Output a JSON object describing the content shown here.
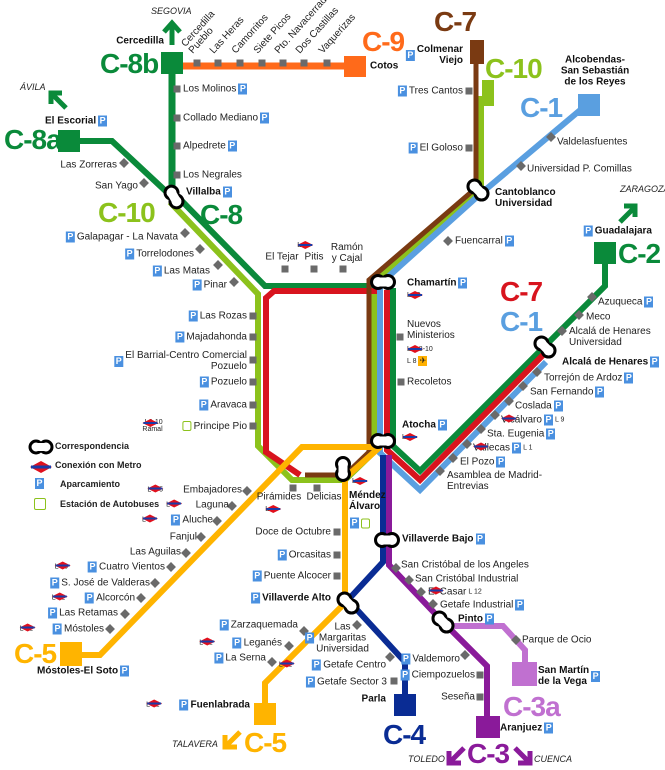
{
  "parking_symbol": "P",
  "legend": {
    "interchange": "Correspondencia",
    "metro": "Conexión con Metro",
    "parking": "Aparcamiento",
    "bus": "Estación de Autobuses"
  },
  "colors": {
    "C-1": "#5a9fe0",
    "C-2": "#0a8a3a",
    "C-3": "#8a1a9a",
    "C-3a": "#c070d0",
    "C-4": "#0a2c94",
    "C-5": "#ffb400",
    "C-7": "#d8141e",
    "C-7-north": "#7a3a12",
    "C-8": "#0a8a3a",
    "C-9": "#ff6a1a",
    "C-10": "#8cc21c",
    "metro_red": "#e0101e",
    "metro_blue": "#1a3ca8",
    "parking": "#4a90e0",
    "stop": "#6a6a6a"
  },
  "line_labels": [
    {
      "text": "C-8b",
      "color": "#0a8a3a"
    },
    {
      "text": "C-9",
      "color": "#ff6a1a"
    },
    {
      "text": "C-8a",
      "color": "#0a8a3a"
    },
    {
      "text": "C-10",
      "color": "#8cc21c"
    },
    {
      "text": "C-8",
      "color": "#0a8a3a"
    },
    {
      "text": "C-7",
      "color": "#7a3a12"
    },
    {
      "text": "C-10",
      "color": "#8cc21c"
    },
    {
      "text": "C-1",
      "color": "#5a9fe0"
    },
    {
      "text": "C-2",
      "color": "#0a8a3a"
    },
    {
      "text": "C-7",
      "color": "#d8141e"
    },
    {
      "text": "C-1",
      "color": "#5a9fe0"
    },
    {
      "text": "C-5",
      "color": "#ffb400"
    },
    {
      "text": "C-5",
      "color": "#ffb400"
    },
    {
      "text": "C-4",
      "color": "#0a2c94"
    },
    {
      "text": "C-3",
      "color": "#8a1a9a"
    },
    {
      "text": "C-3a",
      "color": "#c070d0"
    }
  ],
  "directions": [
    "SEGOVIA",
    "ÁVILA",
    "ZARAGOZA",
    "TALAVERA",
    "TOLEDO",
    "CUENCA"
  ],
  "stations": [
    {
      "id": "cercedilla",
      "name": "Cercedilla",
      "bold": true
    },
    {
      "id": "cotos",
      "name": "Cotos",
      "bold": true
    },
    {
      "id": "cercedilla_pueblo",
      "name": "Cercedilla\nPueblo"
    },
    {
      "id": "las_heras",
      "name": "Las Heras"
    },
    {
      "id": "camorritos",
      "name": "Camorritos"
    },
    {
      "id": "siete_picos",
      "name": "Siete Picos"
    },
    {
      "id": "pto_navacerrada",
      "name": "Pto. Navacerrada"
    },
    {
      "id": "dos_castillas",
      "name": "Dos Castillas"
    },
    {
      "id": "vaquerizas",
      "name": "Vaquerizas"
    },
    {
      "id": "los_molinos",
      "name": "Los Molinos",
      "parking": true
    },
    {
      "id": "collado_mediano",
      "name": "Collado Mediano",
      "parking": true
    },
    {
      "id": "alpedrete",
      "name": "Alpedrete",
      "parking": true
    },
    {
      "id": "los_negrales",
      "name": "Los Negrales"
    },
    {
      "id": "villalba",
      "name": "Villalba",
      "bold": true,
      "parking": true
    },
    {
      "id": "el_escorial",
      "name": "El Escorial",
      "bold": true,
      "parking": true
    },
    {
      "id": "las_zorreras",
      "name": "Las Zorreras"
    },
    {
      "id": "san_yago",
      "name": "San Yago"
    },
    {
      "id": "galapagar",
      "name": "Galapagar - La Navata",
      "parking": true
    },
    {
      "id": "torrelodones",
      "name": "Torrelodones",
      "parking": true
    },
    {
      "id": "las_matas",
      "name": "Las Matas",
      "parking": true
    },
    {
      "id": "pinar",
      "name": "Pinar",
      "parking": true
    },
    {
      "id": "el_tejar",
      "name": "El Tejar"
    },
    {
      "id": "pitis",
      "name": "Pitis",
      "metro": "L 7"
    },
    {
      "id": "ramon_y_cajal",
      "name": "Ramón\ny Cajal"
    },
    {
      "id": "chamartin",
      "name": "Chamartín",
      "bold": true,
      "parking": true,
      "metro": "L 10"
    },
    {
      "id": "nuevos_ministerios",
      "name": "Nuevos\nMinisterios",
      "metro": "L 6-8-10",
      "airport": "L 8"
    },
    {
      "id": "recoletos",
      "name": "Recoletos"
    },
    {
      "id": "atocha",
      "name": "Atocha",
      "bold": true,
      "parking": true,
      "metro": "L 1"
    },
    {
      "id": "asamblea",
      "name": "Asamblea de Madrid-\nEntrevias"
    },
    {
      "id": "el_pozo",
      "name": "El Pozo",
      "parking": true
    },
    {
      "id": "vallecas",
      "name": "Vallecas",
      "parking": true,
      "metro": "L 1"
    },
    {
      "id": "sta_eugenia",
      "name": "Sta. Eugenia",
      "parking": true
    },
    {
      "id": "vicalvaro",
      "name": "Vicálvaro",
      "parking": true,
      "metro": "L 9"
    },
    {
      "id": "coslada",
      "name": "Coslada",
      "parking": true
    },
    {
      "id": "san_fernando",
      "name": "San Fernando",
      "parking": true
    },
    {
      "id": "torrejon",
      "name": "Torrejón de Ardoz",
      "parking": true
    },
    {
      "id": "alcala",
      "name": "Alcalá de Henares",
      "bold": true,
      "parking": true
    },
    {
      "id": "alcala_univ",
      "name": "Alcalá de Henares\nUniversidad"
    },
    {
      "id": "meco",
      "name": "Meco"
    },
    {
      "id": "azuqueca",
      "name": "Azuqueca",
      "parking": true
    },
    {
      "id": "guadalajara",
      "name": "Guadalajara",
      "bold": true,
      "parking": true
    },
    {
      "id": "fuencarral",
      "name": "Fuencarral",
      "parking": true
    },
    {
      "id": "cantoblanco",
      "name": "Cantoblanco\nUniversidad",
      "bold": true
    },
    {
      "id": "comillas",
      "name": "Universidad P. Comillas"
    },
    {
      "id": "valdelasfuentes",
      "name": "Valdelasfuentes"
    },
    {
      "id": "alcobendas",
      "name": "Alcobendas-\nSan Sebastián\nde los Reyes",
      "bold": true
    },
    {
      "id": "colmenar",
      "name": "Colmenar\nViejo",
      "bold": true,
      "parking": true
    },
    {
      "id": "tres_cantos",
      "name": "Tres Cantos",
      "parking": true
    },
    {
      "id": "el_goloso",
      "name": "El Goloso",
      "parking": true
    },
    {
      "id": "las_rozas",
      "name": "Las Rozas",
      "parking": true
    },
    {
      "id": "majadahonda",
      "name": "Majadahonda",
      "parking": true
    },
    {
      "id": "el_barrial",
      "name": "El Barrial-Centro Comercial\nPozuelo",
      "parking": true
    },
    {
      "id": "pozuelo",
      "name": "Pozuelo",
      "parking": true
    },
    {
      "id": "aravaca",
      "name": "Aravaca",
      "parking": true
    },
    {
      "id": "principe_pio",
      "name": "Principe Pio",
      "bus": true,
      "metro": "L6-10\nRamal"
    },
    {
      "id": "piramides",
      "name": "Pirámides",
      "metro": "L 5"
    },
    {
      "id": "delicias",
      "name": "Delicias"
    },
    {
      "id": "mendez_alvaro",
      "name": "Méndez\nÁlvaro",
      "bold": true,
      "parking": true,
      "bus": true,
      "metro": "L 6"
    },
    {
      "id": "embajadores",
      "name": "Embajadores",
      "metro": "L 3-5"
    },
    {
      "id": "laguna",
      "name": "Laguna",
      "metro": "L 6"
    },
    {
      "id": "aluche",
      "name": "Aluche",
      "parking": true,
      "metro": "L 5"
    },
    {
      "id": "fanjul",
      "name": "Fanjul"
    },
    {
      "id": "las_aguilas",
      "name": "Las Aguilas"
    },
    {
      "id": "cuatro_vientos",
      "name": "Cuatro Vientos",
      "parking": true,
      "metro": "L 10"
    },
    {
      "id": "valderas",
      "name": "S. José de Valderas",
      "parking": true
    },
    {
      "id": "alcorcon",
      "name": "Alcorcón",
      "parking": true,
      "metro": "L 12"
    },
    {
      "id": "las_retamas",
      "name": "Las Retamas",
      "parking": true
    },
    {
      "id": "mostoles",
      "name": "Móstoles",
      "parking": true,
      "metro": "L 12"
    },
    {
      "id": "mostoles_el_soto",
      "name": "Móstoles-El Soto",
      "bold": true,
      "parking": true
    },
    {
      "id": "doce_octubre",
      "name": "Doce de Octubre"
    },
    {
      "id": "orcasitas",
      "name": "Orcasitas",
      "parking": true
    },
    {
      "id": "puente_alcocer",
      "name": "Puente Alcocer",
      "parking": true
    },
    {
      "id": "villaverde_alto",
      "name": "Villaverde Alto",
      "bold": true,
      "parking": true
    },
    {
      "id": "zarzaquemada",
      "name": "Zarzaquemada",
      "parking": true
    },
    {
      "id": "leganes",
      "name": "Leganés",
      "parking": true,
      "metro": "L 12"
    },
    {
      "id": "la_serna",
      "name": "La Serna",
      "parking": true
    },
    {
      "id": "fuenlabrada",
      "name": "Fuenlabrada",
      "bold": true,
      "parking": true,
      "metro": "L 12"
    },
    {
      "id": "las_margaritas",
      "name": "Las\nMargaritas\nUniversidad",
      "parking": true
    },
    {
      "id": "getafe_centro",
      "name": "Getafe Centro",
      "parking": true,
      "metro": "L 12"
    },
    {
      "id": "getafe_sector3",
      "name": "Getafe Sector 3",
      "parking": true
    },
    {
      "id": "parla",
      "name": "Parla",
      "bold": true
    },
    {
      "id": "villaverde_bajo",
      "name": "Villaverde Bajo",
      "bold": true,
      "parking": true
    },
    {
      "id": "sc_angeles",
      "name": "San Cristóbal de los Angeles"
    },
    {
      "id": "sc_industrial",
      "name": "San Cristóbal Industrial"
    },
    {
      "id": "el_casar",
      "name": "El Casar",
      "metro": "L 12"
    },
    {
      "id": "getafe_industrial",
      "name": "Getafe Industrial",
      "parking": true
    },
    {
      "id": "pinto",
      "name": "Pinto",
      "bold": true,
      "parking": true
    },
    {
      "id": "valdemoro",
      "name": "Valdemoro",
      "parking": true
    },
    {
      "id": "ciempozuelos",
      "name": "Ciempozuelos",
      "parking": true
    },
    {
      "id": "sesena",
      "name": "Seseña"
    },
    {
      "id": "aranjuez",
      "name": "Aranjuez",
      "bold": true,
      "parking": true
    },
    {
      "id": "parque_ocio",
      "name": "Parque de Ocio"
    },
    {
      "id": "san_martin",
      "name": "San Martín\nde la Vega",
      "bold": true,
      "parking": true
    }
  ]
}
